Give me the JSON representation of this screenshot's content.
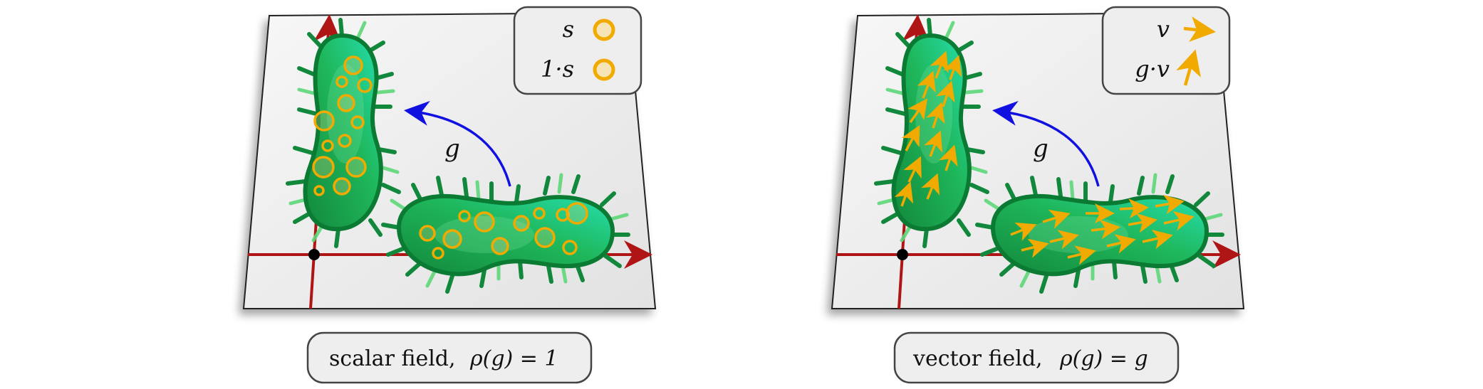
{
  "panels": [
    {
      "id": "scalar",
      "caption_text": "scalar field,",
      "caption_math": "ρ(g) = 1",
      "transform_label": "g",
      "legend": [
        {
          "label": "s",
          "glyph": "ring"
        },
        {
          "label": "1·s",
          "glyph": "ring"
        }
      ]
    },
    {
      "id": "vector",
      "caption_text": "vector field,",
      "caption_math": "ρ(g) = g",
      "transform_label": "g",
      "legend": [
        {
          "label": "v",
          "glyph": "arrow-right"
        },
        {
          "label": "g·v",
          "glyph": "arrow-up"
        }
      ]
    }
  ],
  "colors": {
    "axis": "#b01515",
    "transform_arrow": "#1010e0",
    "cell_body": "#1aa34a",
    "cell_dark": "#0b7a33",
    "cell_light": "#26d9a6",
    "feature": "#f0aa00",
    "plane": "#efefef",
    "legend_bg": "#eeeeee"
  }
}
